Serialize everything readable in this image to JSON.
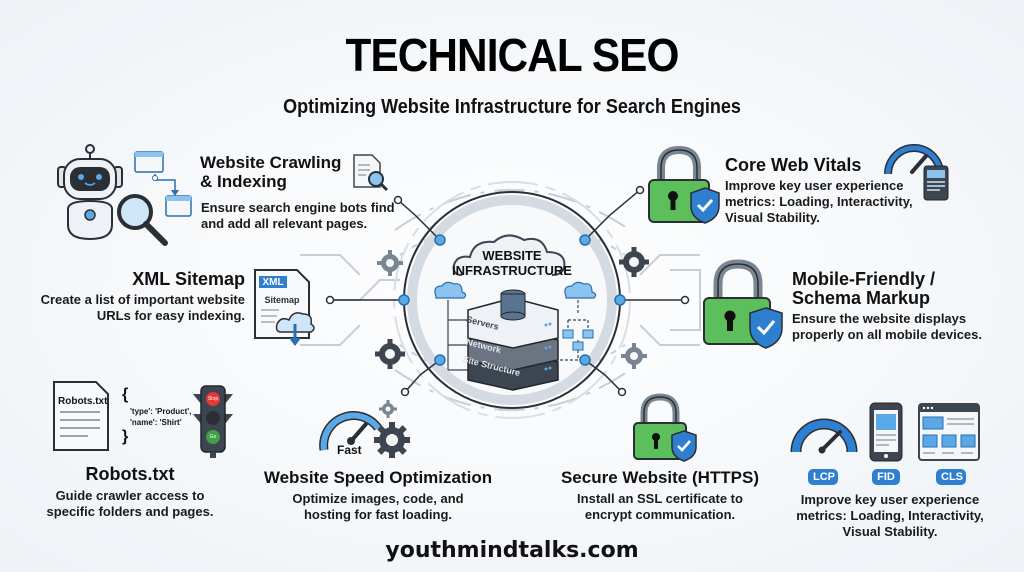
{
  "header": {
    "title": "TECHNICAL SEO",
    "subtitle": "Optimizing Website Infrastructure for Search Engines"
  },
  "center": {
    "title_line1": "WEBSITE",
    "title_line2": "INFRASTRUCTURE",
    "layers": [
      "Servers",
      "Network",
      "Site Structure"
    ]
  },
  "sections": {
    "crawling": {
      "title_line1": "Website Crawling",
      "title_line2": "& Indexing",
      "desc_line1": "Ensure search engine bots find",
      "desc_line2": "and add all relevant pages.",
      "icons": [
        "robot-icon",
        "magnifier-icon",
        "sitemap-pages-icon",
        "document-search-icon"
      ]
    },
    "sitemap": {
      "title": "XML Sitemap",
      "desc_line1": "Create a list of important website",
      "desc_line2": "URLs for easy indexing.",
      "icon_label_top": "XML",
      "icon_label_bottom": "Sitemap"
    },
    "robots": {
      "title": "Robots.txt",
      "desc_line1": "Guide crawler access to",
      "desc_line2": "specific folders and pages.",
      "file_label": "Robots.txt",
      "code_open": "{",
      "code_line1": "'type': 'Product',",
      "code_line2": "'name': 'Shirt'",
      "code_close": "}",
      "light_top": "Stop",
      "light_bottom": "Go"
    },
    "speed": {
      "title": "Website Speed Optimization",
      "desc_line1": "Optimize images, code, and",
      "desc_line2": "hosting for fast loading.",
      "gauge_label": "Fast"
    },
    "https": {
      "title": "Secure Website (HTTPS)",
      "desc_line1": "Install an SSL certificate to",
      "desc_line2": "encrypt communication."
    },
    "core_web_vitals": {
      "title": "Core Web Vitals",
      "desc_line1": "Improve key user experience",
      "desc_line2": "metrics: Loading, Interactivity,",
      "desc_line3": "Visual Stability."
    },
    "mobile": {
      "title_line1": "Mobile-Friendly /",
      "title_line2": "Schema Markup",
      "desc_line1": "Ensure the website displays",
      "desc_line2": "properly on all mobile devices."
    },
    "metrics": {
      "badges": [
        "LCP",
        "FID",
        "CLS"
      ],
      "desc_line1": "Improve key user experience",
      "desc_line2": "metrics: Loading, Interactivity,",
      "desc_line3": "Visual Stability."
    }
  },
  "footer": {
    "site": "youthmindtalks.com"
  },
  "colors": {
    "accent_blue": "#2f7fd0",
    "light_blue": "#8cc4ef",
    "lock_green": "#5cbf5c",
    "dark_gray": "#3c4550",
    "stop_red": "#e53935",
    "go_green": "#43a047"
  }
}
